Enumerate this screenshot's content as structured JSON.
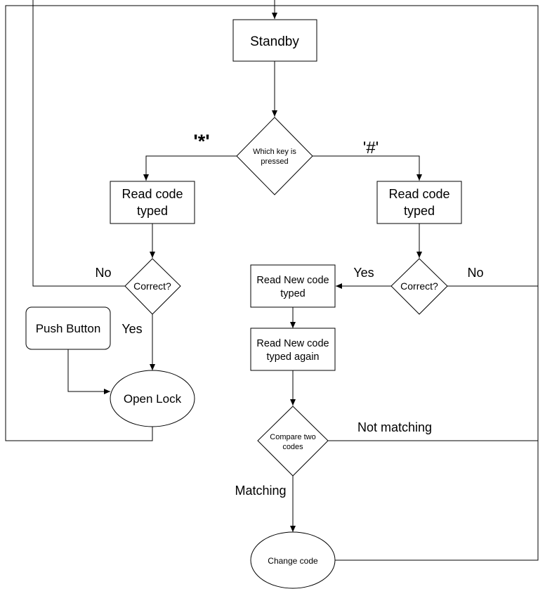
{
  "nodes": {
    "standby": "Standby",
    "which_key": [
      "Which key is",
      "pressed"
    ],
    "read_code_left": [
      "Read code",
      "typed"
    ],
    "read_code_right": [
      "Read code",
      "typed"
    ],
    "correct_left": "Correct?",
    "correct_right": "Correct?",
    "push_button": "Push Button",
    "open_lock": "Open Lock",
    "read_new_code": [
      "Read New code",
      "typed"
    ],
    "read_new_code_again": [
      "Read New code",
      "typed again"
    ],
    "compare": [
      "Compare two",
      "codes"
    ],
    "change_code": "Change code"
  },
  "labels": {
    "star_key": "'*'",
    "hash_key": "'#'",
    "no_left": "No",
    "yes_left": "Yes",
    "yes_right": "Yes",
    "no_right": "No",
    "not_matching": "Not matching",
    "matching": "Matching"
  }
}
